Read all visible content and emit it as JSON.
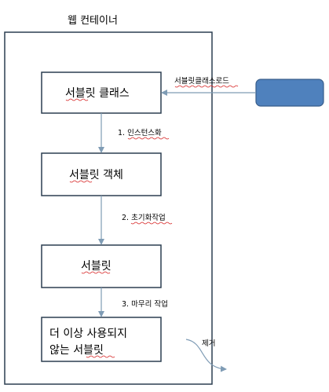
{
  "container": {
    "title": "웹 컨테이너"
  },
  "boxes": {
    "servlet_class": "서블릿 클래스",
    "servlet_object": "서블릿 객체",
    "servlet": "서블릿",
    "unused_line1": "더 이상 사용되지",
    "unused_line2": "않는 서블릿"
  },
  "steps": {
    "step1": "1.  인스턴스화",
    "step2": "2. 초기화작업",
    "step3": "3. 마무리 작업",
    "load": "서블릿클래스로드",
    "remove": "제거"
  },
  "colors": {
    "box_border": "#2c3e50",
    "arrow": "#7f9cb5",
    "external_fill": "#4f81bd",
    "external_border": "#385d8a"
  }
}
